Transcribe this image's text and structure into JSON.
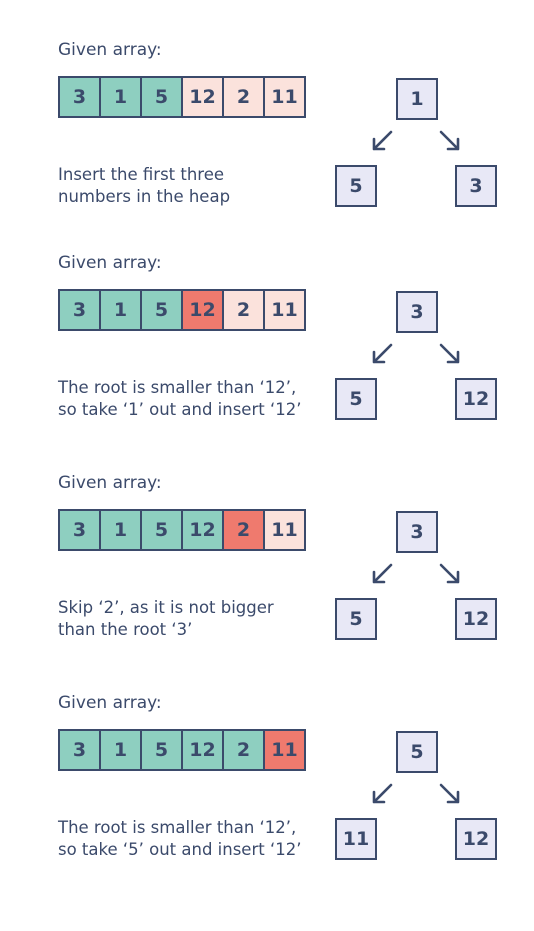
{
  "steps": [
    {
      "given_label": "Given array:",
      "array": [
        {
          "value": "3",
          "state": "teal"
        },
        {
          "value": "1",
          "state": "teal"
        },
        {
          "value": "5",
          "state": "teal"
        },
        {
          "value": "12",
          "state": "pink"
        },
        {
          "value": "2",
          "state": "pink"
        },
        {
          "value": "11",
          "state": "pink"
        }
      ],
      "description": [
        "Insert the first three",
        "numbers in the heap"
      ],
      "heap": {
        "root": "1",
        "left": "5",
        "right": "3"
      }
    },
    {
      "given_label": "Given array:",
      "array": [
        {
          "value": "3",
          "state": "teal"
        },
        {
          "value": "1",
          "state": "teal"
        },
        {
          "value": "5",
          "state": "teal"
        },
        {
          "value": "12",
          "state": "red"
        },
        {
          "value": "2",
          "state": "pink"
        },
        {
          "value": "11",
          "state": "pink"
        }
      ],
      "description": [
        "The root is smaller than ‘12’,",
        "so take ‘1’ out and insert ‘12’"
      ],
      "heap": {
        "root": "3",
        "left": "5",
        "right": "12"
      }
    },
    {
      "given_label": "Given array:",
      "array": [
        {
          "value": "3",
          "state": "teal"
        },
        {
          "value": "1",
          "state": "teal"
        },
        {
          "value": "5",
          "state": "teal"
        },
        {
          "value": "12",
          "state": "teal"
        },
        {
          "value": "2",
          "state": "red"
        },
        {
          "value": "11",
          "state": "pink"
        }
      ],
      "description": [
        "Skip ‘2’, as it is not bigger",
        "than the root ‘3’"
      ],
      "heap": {
        "root": "3",
        "left": "5",
        "right": "12"
      }
    },
    {
      "given_label": "Given array:",
      "array": [
        {
          "value": "3",
          "state": "teal"
        },
        {
          "value": "1",
          "state": "teal"
        },
        {
          "value": "5",
          "state": "teal"
        },
        {
          "value": "12",
          "state": "teal"
        },
        {
          "value": "2",
          "state": "teal"
        },
        {
          "value": "11",
          "state": "red"
        }
      ],
      "description": [
        "The root is smaller than ‘12’,",
        "so take ‘5’ out and insert ‘12’"
      ],
      "heap": {
        "root": "5",
        "left": "11",
        "right": "12"
      }
    }
  ],
  "colors": {
    "ink": "#3b4a6b",
    "processed": "#8ecfc0",
    "pending": "#fbe2dc",
    "current": "#ef7a6e",
    "heap_node": "#e8e8f6"
  },
  "icons": {
    "left_arrow": "arrow-down-left-icon",
    "right_arrow": "arrow-down-right-icon"
  }
}
